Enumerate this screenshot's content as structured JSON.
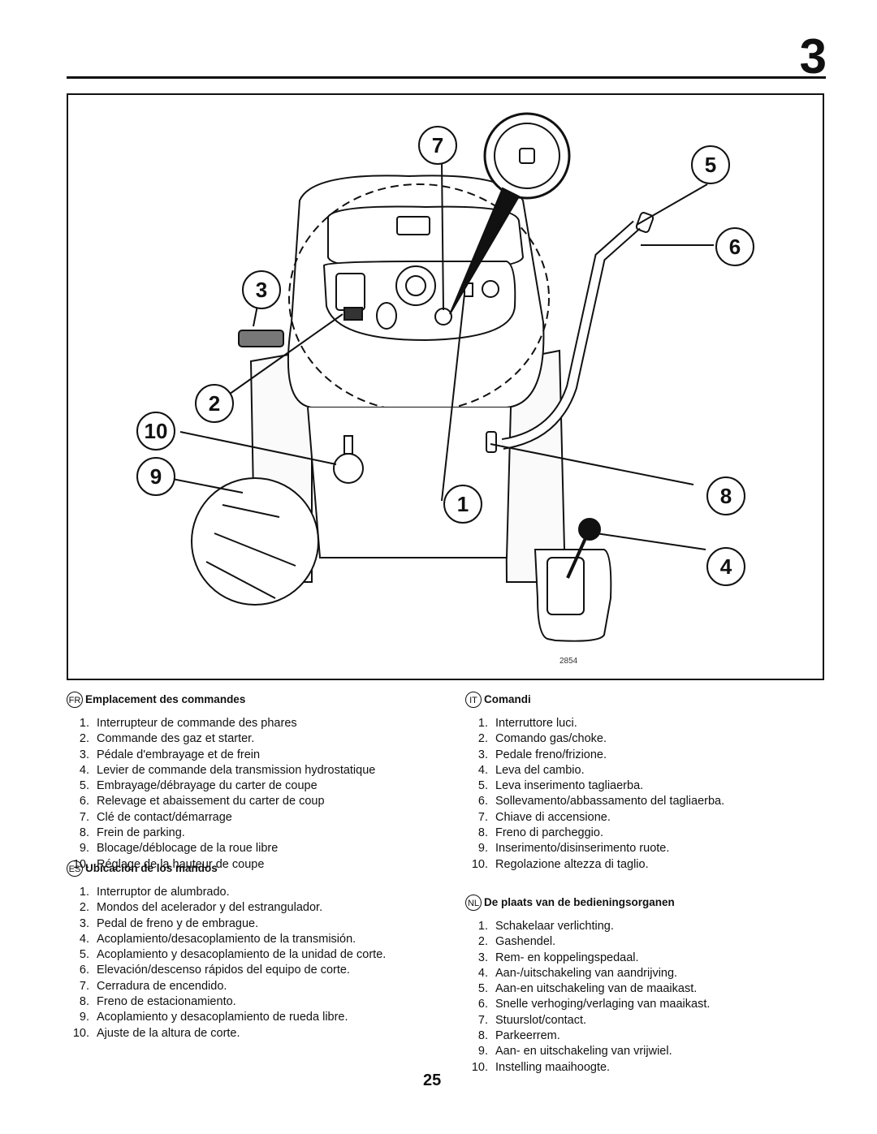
{
  "chapter_number": "3",
  "figure": {
    "callouts": [
      "1",
      "2",
      "3",
      "4",
      "5",
      "6",
      "7",
      "8",
      "9",
      "10"
    ],
    "code": "2854"
  },
  "sections": {
    "fr": {
      "lang": "FR",
      "title": "Emplacement des commandes",
      "items": [
        {
          "n": "1.",
          "t": "Interrupteur de commande des phares"
        },
        {
          "n": "2.",
          "t": "Commande des gaz et starter."
        },
        {
          "n": "3.",
          "t": "Pédale d'embrayage et de frein"
        },
        {
          "n": "4.",
          "t": "Levier de commande dela transmission hydrostatique"
        },
        {
          "n": "5.",
          "t": "Embrayage/débrayage du carter de coupe"
        },
        {
          "n": "6.",
          "t": "Relevage et abaissement du carter de coup"
        },
        {
          "n": "7.",
          "t": "Clé de contact/démarrage"
        },
        {
          "n": "8.",
          "t": "Frein de parking."
        },
        {
          "n": "9.",
          "t": "Blocage/déblocage de la roue libre"
        },
        {
          "n": "10.",
          "t": "Réglage de la hauteur de coupe"
        }
      ]
    },
    "es": {
      "lang": "ES",
      "title": "Ubicación de los mandos",
      "items": [
        {
          "n": "1.",
          "t": "Interruptor de alumbrado."
        },
        {
          "n": "2.",
          "t": "Mondos del acelerador y del estrangulador."
        },
        {
          "n": "3.",
          "t": "Pedal de freno y de embrague."
        },
        {
          "n": "4.",
          "t": "Acoplamiento/desacoplamiento de la transmisión."
        },
        {
          "n": "5.",
          "t": "Acoplamiento y desacoplamiento de la unidad de corte."
        },
        {
          "n": "6.",
          "t": "Elevación/descenso rápidos del equipo de corte."
        },
        {
          "n": "7.",
          "t": "Cerradura de encendido."
        },
        {
          "n": "8.",
          "t": "Freno de estacionamiento."
        },
        {
          "n": "9.",
          "t": "Acoplamiento y desacoplamiento de rueda libre."
        },
        {
          "n": "10.",
          "t": "Ajuste de la altura de corte."
        }
      ]
    },
    "it": {
      "lang": "IT",
      "title": "Comandi",
      "items": [
        {
          "n": "1.",
          "t": "Interruttore luci."
        },
        {
          "n": "2.",
          "t": "Comando gas/choke."
        },
        {
          "n": "3.",
          "t": "Pedale freno/frizione."
        },
        {
          "n": "4.",
          "t": "Leva del cambio."
        },
        {
          "n": "5.",
          "t": "Leva inserimento tagliaerba."
        },
        {
          "n": "6.",
          "t": "Sollevamento/abbassamento del tagliaerba."
        },
        {
          "n": "7.",
          "t": "Chiave di accensione."
        },
        {
          "n": "8.",
          "t": "Freno di parcheggio."
        },
        {
          "n": "9.",
          "t": "Inserimento/disinserimento ruote."
        },
        {
          "n": "10.",
          "t": "Regolazione altezza di taglio."
        }
      ]
    },
    "nl": {
      "lang": "NL",
      "title": "De plaats van de bedieningsorganen",
      "items": [
        {
          "n": "1.",
          "t": "Schakelaar verlichting."
        },
        {
          "n": "2.",
          "t": "Gashendel."
        },
        {
          "n": "3.",
          "t": "Rem- en koppelingspedaal."
        },
        {
          "n": "4.",
          "t": "Aan-/uitschakeling van aandrijving."
        },
        {
          "n": "5.",
          "t": "Aan-en uitschakeling van de maaikast."
        },
        {
          "n": "6.",
          "t": "Snelle verhoging/verlaging van maaikast."
        },
        {
          "n": "7.",
          "t": "Stuurslot/contact."
        },
        {
          "n": "8.",
          "t": "Parkeerrem."
        },
        {
          "n": "9.",
          "t": "Aan- en uitschakeling van vrijwiel."
        },
        {
          "n": "10.",
          "t": "Instelling maaihoogte."
        }
      ]
    }
  },
  "page_number": "25"
}
